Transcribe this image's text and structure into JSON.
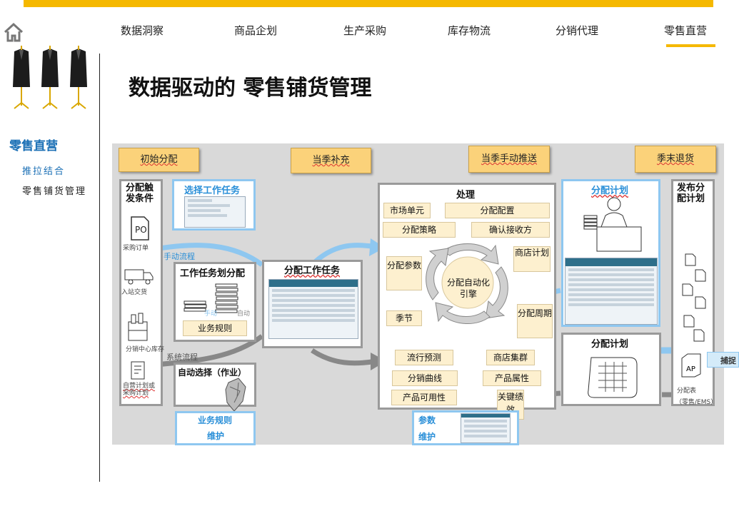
{
  "nav": {
    "items": [
      "数据洞察",
      "商品企划",
      "生产采购",
      "库存物流",
      "分销代理",
      "零售直营"
    ],
    "active_color": "#f5b800"
  },
  "sidebar": {
    "title": "零售直营",
    "items": [
      "推拉结合",
      "零售铺货管理"
    ],
    "title_color": "#1a6fb5"
  },
  "page_title": "数据驱动的 零售铺货管理",
  "phases": [
    "初始分配",
    "当季补充",
    "当季手动推送",
    "季末退货"
  ],
  "triggers": {
    "title": "分配触发条件",
    "items": [
      "采购订单",
      "入站交货",
      "分销中心库存",
      "自营计划或采购计划"
    ]
  },
  "select_task": "选择工作任务",
  "flows": {
    "manual": "手动流程",
    "system": "系统流程",
    "manual_small": "手动",
    "auto_small": "自动"
  },
  "work_plan": {
    "title": "工作任务划分配",
    "rule": "业务规则"
  },
  "auto_select": "自动选择（作业）",
  "biz_rule_maint": [
    "业务规则",
    "维护"
  ],
  "alloc_task": "分配工作任务",
  "process": {
    "title": "处理",
    "engine": "分配自动化引擎",
    "cells": [
      "市场单元",
      "分配配置",
      "分配策略",
      "确认接收方",
      "商店计划",
      "分配参数",
      "季节",
      "分配周期",
      "流行预测",
      "商店集群",
      "分销曲线",
      "产品属性",
      "产品可用性",
      "关键绩效"
    ]
  },
  "param_maint": [
    "参数",
    "维护"
  ],
  "alloc_plan_top": "分配计划",
  "alloc_plan_bottom": "分配计划",
  "publish": {
    "title": "发布分配计划",
    "doc": "分配表",
    "doc_sub": "（零售/EMS）"
  },
  "capture": "捕捉"
}
